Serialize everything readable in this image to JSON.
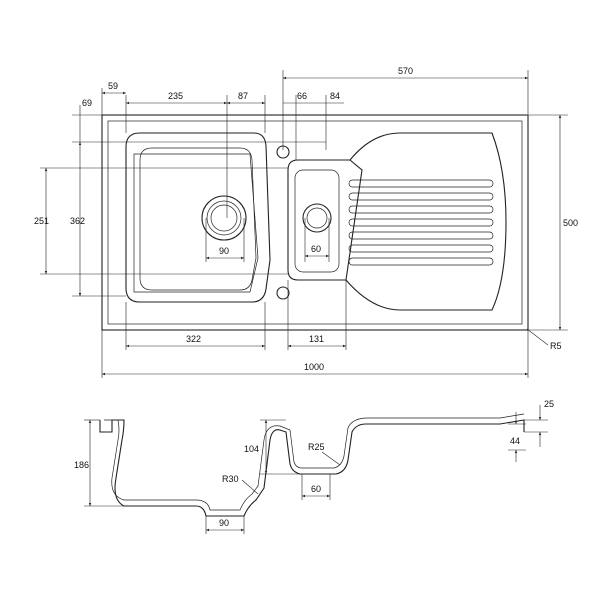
{
  "plan": {
    "top_1": "570",
    "top_2": "84",
    "top_3": "66",
    "top_4": "87",
    "top_5": "235",
    "top_6": "59",
    "left_1": "69",
    "left_2": "362",
    "left_3": "251",
    "right_1": "500",
    "radius": "R5",
    "bottom_1": "322",
    "bottom_2": "131",
    "bottom_3": "1000",
    "main_waste": "90",
    "small_waste": "60"
  },
  "section": {
    "height": "186",
    "depth_small": "104",
    "radius_small": "R25",
    "radius_main": "R30",
    "waste_small": "60",
    "waste_main": "90",
    "deck_top": "25",
    "deck_side": "44"
  }
}
